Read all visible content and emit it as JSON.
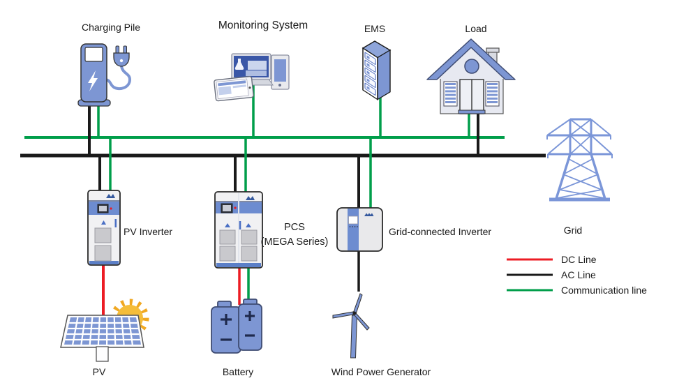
{
  "nodes": {
    "charging_pile": "Charging Pile",
    "monitoring_system": "Monitoring System",
    "ems": "EMS",
    "load": "Load",
    "grid": "Grid",
    "pv_inverter": "PV Inverter",
    "pcs_line1": "PCS",
    "pcs_line2": "(MEGA Series)",
    "grid_connected_inverter": "Grid-connected Inverter",
    "pv": "PV",
    "battery": "Battery",
    "wind_power_generator": "Wind Power Generator"
  },
  "legend": {
    "items": [
      {
        "label": "DC Line",
        "color": "#ec1c24"
      },
      {
        "label": "AC Line",
        "color": "#1a1a1a"
      },
      {
        "label": "Communication line",
        "color": "#009e4a"
      }
    ]
  },
  "colors": {
    "dc_line": "#ec1c24",
    "ac_line": "#1a1a1a",
    "communication_line": "#009e4a",
    "icon_blue": "#7d96d3",
    "icon_blue_dark": "#3f4c73",
    "cabinet_stripe_blue": "#6d8cd0",
    "tower_blue": "#7b96d8",
    "sun_yellow": "#f5bd3a"
  }
}
